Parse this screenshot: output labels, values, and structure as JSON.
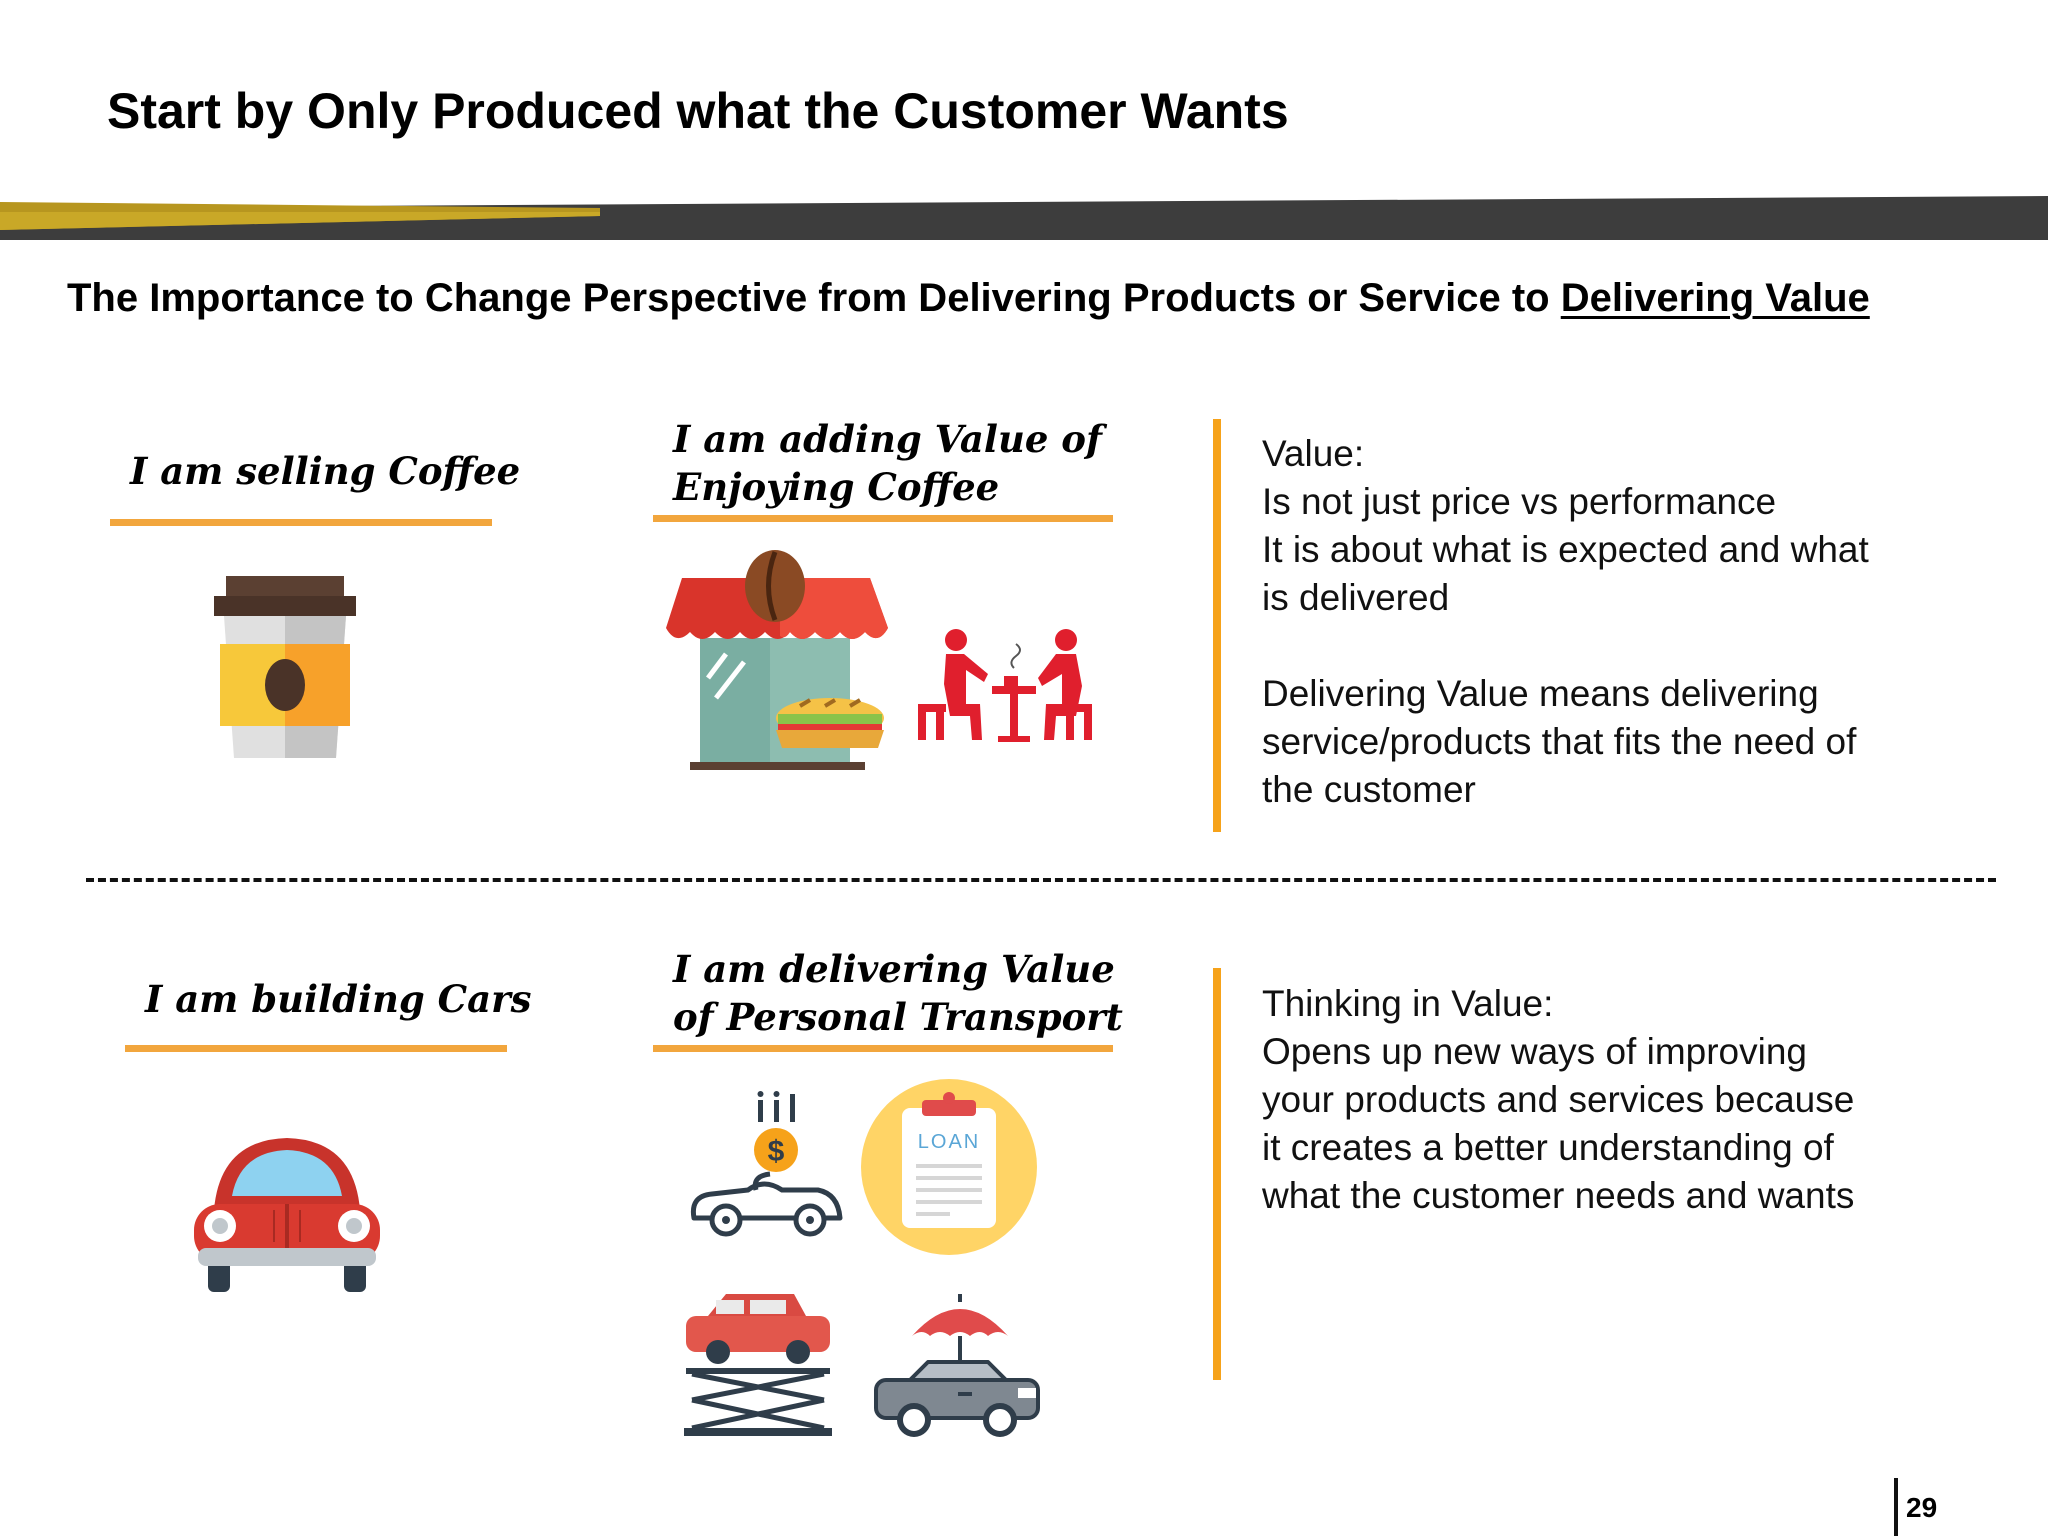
{
  "slide": {
    "title": "Start by Only Produced what the Customer Wants",
    "subtitle_prefix": "The Importance to Change Perspective from Delivering Products or Service to ",
    "subtitle_emphasis": "Delivering Value",
    "page_number": "29"
  },
  "coffee_row": {
    "product_caption": "I am selling Coffee",
    "value_caption_line1": "I am adding Value of",
    "value_caption_line2": "Enjoying Coffee",
    "text_lines_1": [
      "Value:",
      "Is not just price vs performance",
      "It is about what is expected and what",
      "is delivered"
    ],
    "text_lines_2": [
      "Delivering Value means delivering",
      "service/products that fits the need of",
      "the customer"
    ]
  },
  "car_row": {
    "product_caption": "I am building Cars",
    "value_caption_line1": "I am delivering Value",
    "value_caption_line2": "of Personal Transport",
    "text_lines": [
      "Thinking in Value:",
      "Opens up new ways of improving",
      "your products and services because",
      "it creates a better understanding of",
      "what the customer needs and wants"
    ],
    "loan_icon_text": "LOAN",
    "dollar_icon_text": "$"
  },
  "colors": {
    "accent_orange": "#f6a21a",
    "rule_orange": "#f2a63d",
    "banner_gold": "#b7961f",
    "banner_dark": "#3d3d3d"
  }
}
